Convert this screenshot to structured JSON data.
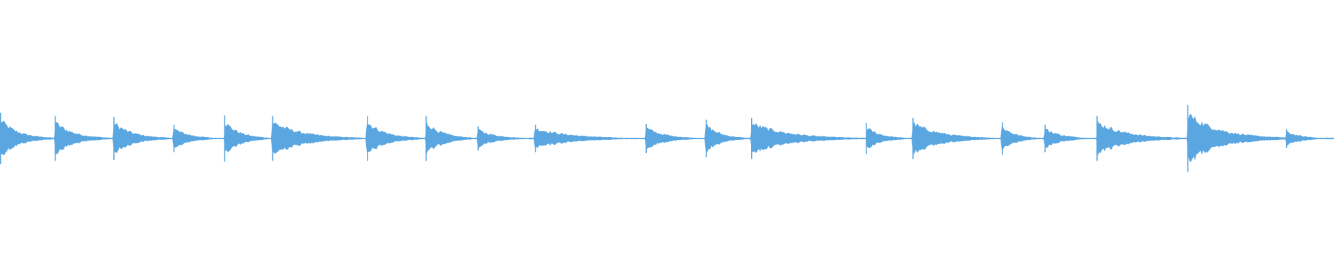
{
  "waveform": {
    "wave_color": "#5aa6e0",
    "background_color": "#ffffff",
    "duration_fraction_visible": 1.0,
    "onsets": [
      0.0,
      0.041,
      0.085,
      0.13,
      0.168,
      0.204,
      0.275,
      0.319,
      0.358,
      0.401,
      0.484,
      0.529,
      0.563,
      0.649,
      0.684,
      0.751,
      0.783,
      0.822,
      0.89,
      0.964
    ],
    "onset_peaks": [
      0.3,
      0.26,
      0.25,
      0.16,
      0.27,
      0.26,
      0.26,
      0.26,
      0.14,
      0.16,
      0.17,
      0.22,
      0.24,
      0.18,
      0.24,
      0.19,
      0.16,
      0.26,
      0.39,
      0.11
    ]
  }
}
